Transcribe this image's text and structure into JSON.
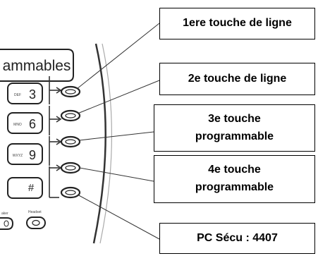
{
  "phone": {
    "panel_label": "ammables",
    "keypad": [
      {
        "digit": "3",
        "letters": "DEF"
      },
      {
        "digit": "6",
        "letters": "MNO"
      },
      {
        "digit": "9",
        "letters": "WXYZ"
      },
      {
        "digit": "#",
        "letters": ""
      }
    ],
    "bottom_keys": [
      "aker",
      "Headset"
    ]
  },
  "callouts": [
    {
      "lines": [
        "1ere touche de ligne"
      ]
    },
    {
      "lines": [
        "2e touche de ligne"
      ]
    },
    {
      "lines": [
        "3e touche",
        "programmable"
      ]
    },
    {
      "lines": [
        "4e touche",
        "programmable"
      ]
    },
    {
      "lines": [
        "PC Sécu : 4407"
      ]
    }
  ]
}
